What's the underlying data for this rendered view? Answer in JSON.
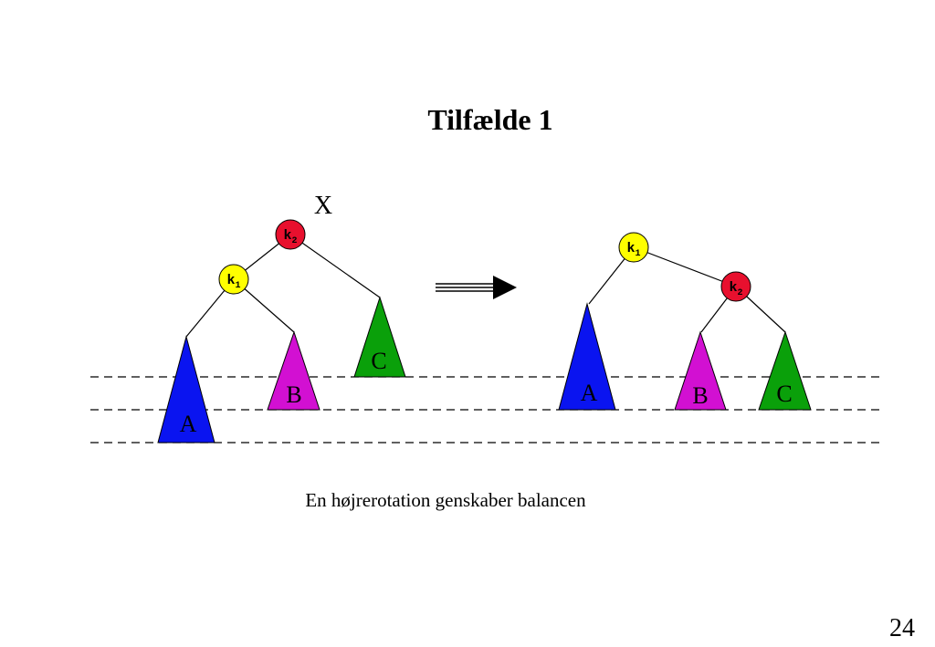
{
  "slide": {
    "title": "Tilfælde 1",
    "marker": "X",
    "caption": "En højrerotation genskaber balancen",
    "page_number": "24"
  },
  "colors": {
    "k1": "#ffff00",
    "k2": "#e8102e",
    "A": "#0a14f0",
    "B": "#d210d2",
    "C": "#0aa00a"
  },
  "before": {
    "nodes": {
      "k2": {
        "letter": "k",
        "sub": "2"
      },
      "k1": {
        "letter": "k",
        "sub": "1"
      }
    },
    "subtrees": {
      "A": "A",
      "B": "B",
      "C": "C"
    }
  },
  "after": {
    "nodes": {
      "k1": {
        "letter": "k",
        "sub": "1"
      },
      "k2": {
        "letter": "k",
        "sub": "2"
      }
    },
    "subtrees": {
      "A": "A",
      "B": "B",
      "C": "C"
    }
  }
}
